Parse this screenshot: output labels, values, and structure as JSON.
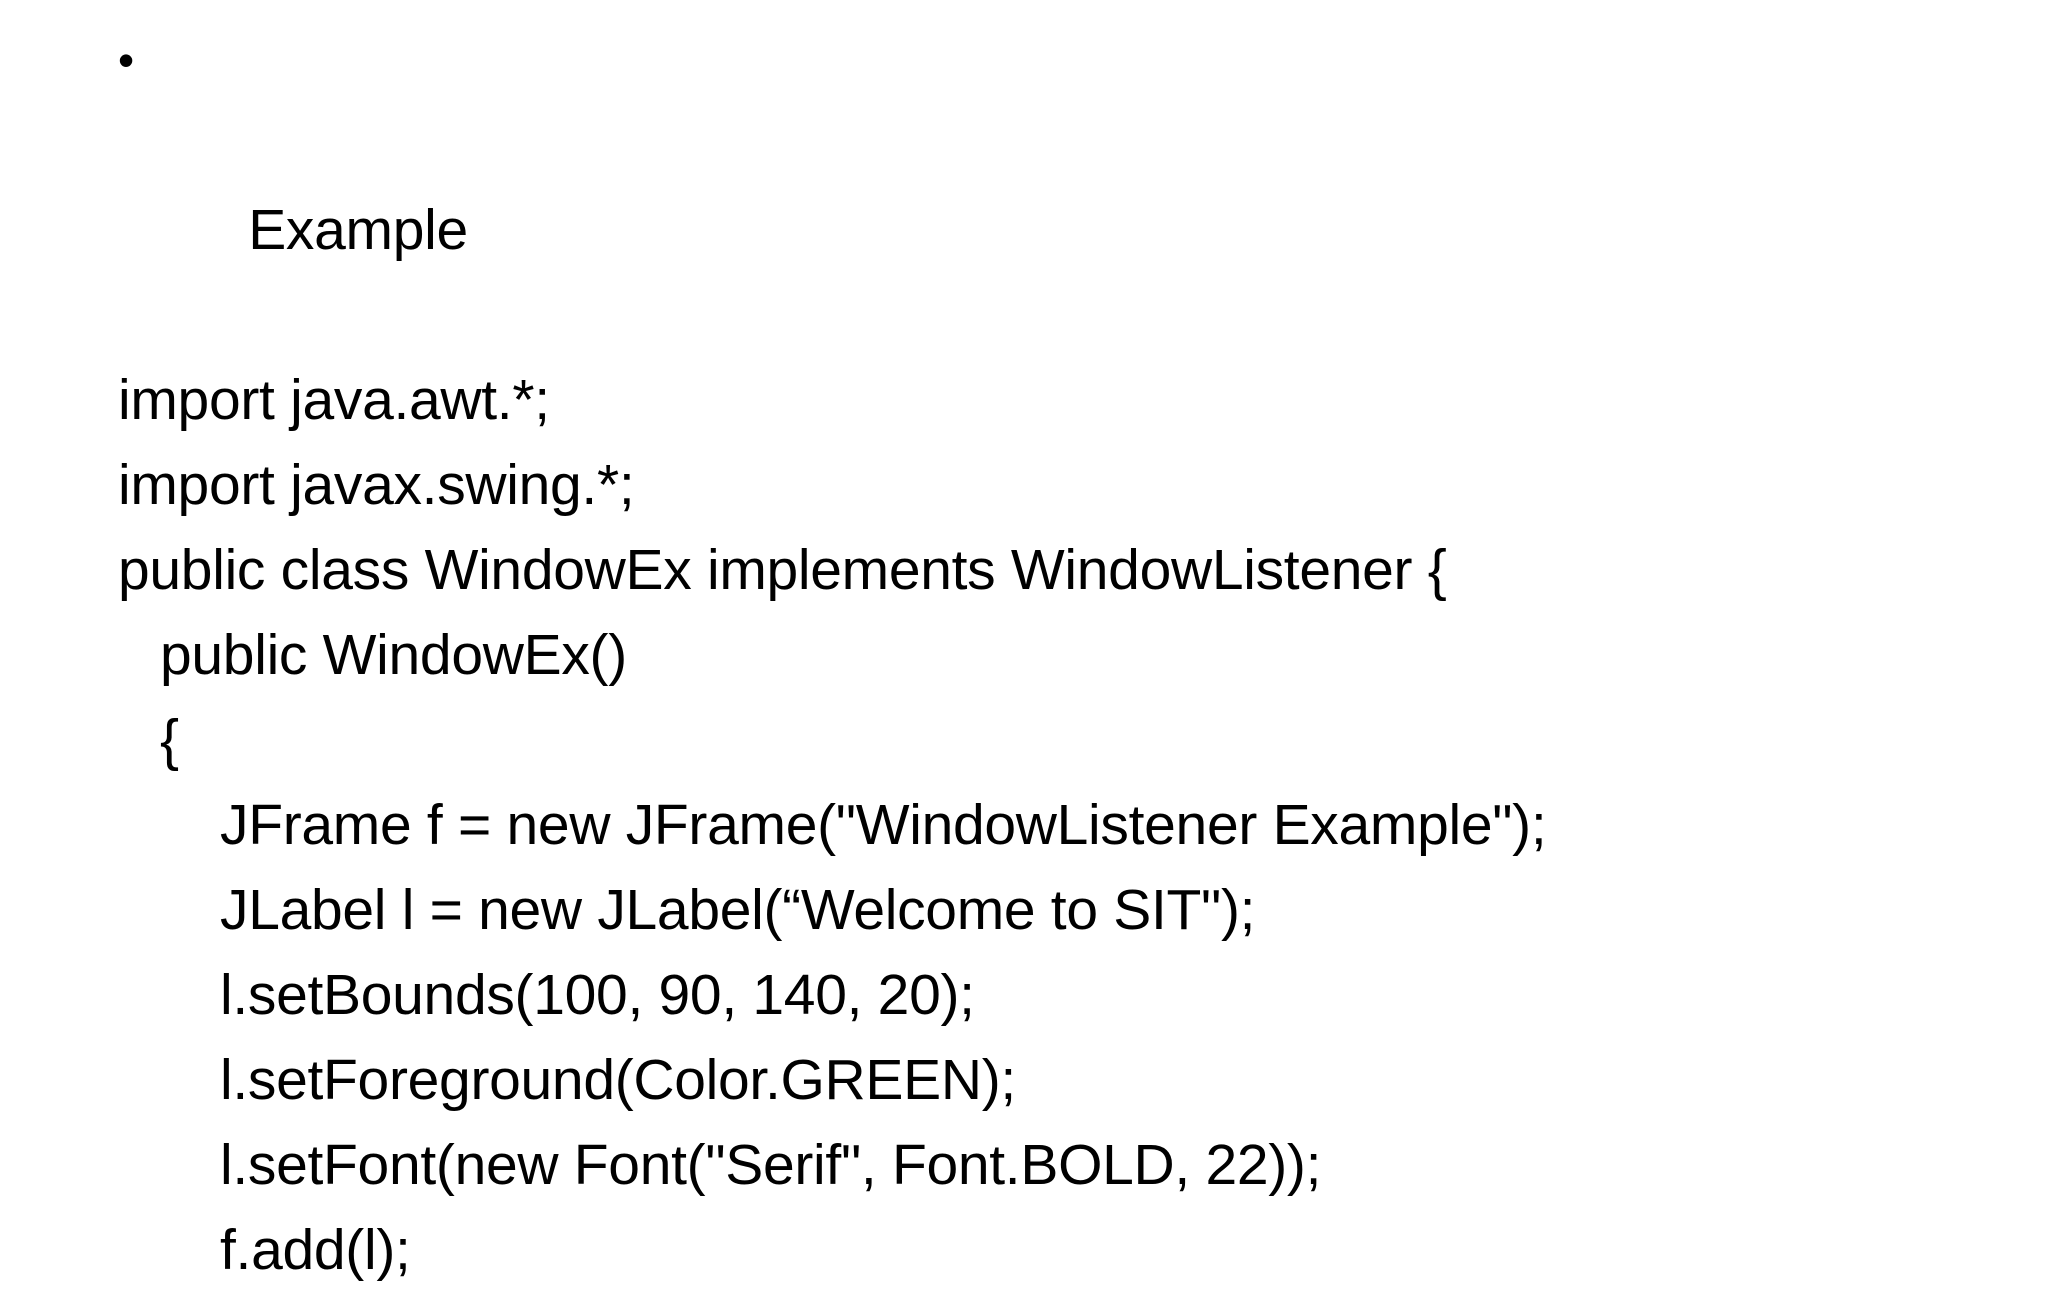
{
  "slide": {
    "background_color": "#ffffff",
    "text_color": "#000000",
    "bullet_glyph": "•"
  },
  "heading": {
    "label": "Example"
  },
  "code": {
    "language": "java",
    "lines": [
      {
        "text": "import java.awt.*;",
        "indent": 0
      },
      {
        "text": "import javax.swing.*;",
        "indent": 0
      },
      {
        "text": "public class WindowEx implements WindowListener {",
        "indent": 0
      },
      {
        "text": "public WindowEx()",
        "indent": 1
      },
      {
        "text": "{",
        "indent": 1
      },
      {
        "text": "JFrame f = new JFrame(\"WindowListener Example\");",
        "indent": 2
      },
      {
        "text": "JLabel l = new JLabel(“Welcome to SIT\");",
        "indent": 2
      },
      {
        "text": "l.setBounds(100, 90, 140, 20);",
        "indent": 2
      },
      {
        "text": "l.setForeground(Color.GREEN);",
        "indent": 2
      },
      {
        "text": "l.setFont(new Font(\"Serif\", Font.BOLD, 22));",
        "indent": 2
      },
      {
        "text": "f.add(l);",
        "indent": 2
      }
    ]
  }
}
